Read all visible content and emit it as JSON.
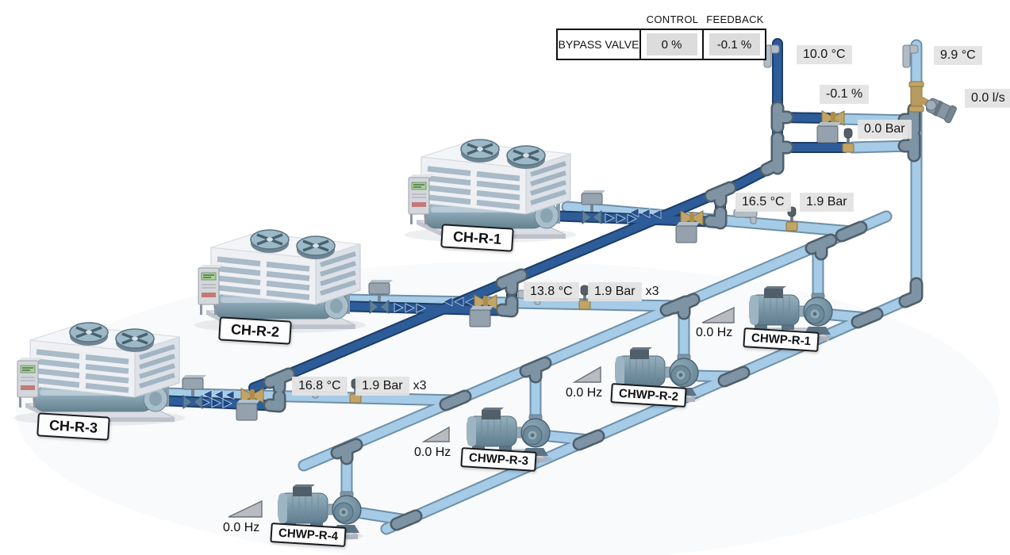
{
  "table": {
    "headers": {
      "control": "CONTROL",
      "feedback": "FEEDBACK"
    },
    "row_label": "BYPASS VALVE",
    "control_value": "0 %",
    "feedback_value": "-0.1 %"
  },
  "network": {
    "supply_riser_temp": "10.0 °C",
    "return_riser_temp": "9.9 °C",
    "bypass_valve_position": "-0.1 %",
    "bypass_pressure": "0.0 Bar",
    "flow_rate": "0.0 l/s"
  },
  "chillers": [
    {
      "name": "CH-R-1",
      "return_temp": "16.5 °C",
      "return_pressure": "1.9 Bar",
      "pressure_multiplier": ""
    },
    {
      "name": "CH-R-2",
      "return_temp": "13.8 °C",
      "return_pressure": "1.9 Bar",
      "pressure_multiplier": "x3"
    },
    {
      "name": "CH-R-3",
      "return_temp": "16.8 °C",
      "return_pressure": "1.9 Bar",
      "pressure_multiplier": "x3"
    }
  ],
  "pumps": [
    {
      "name": "CHWP-R-1",
      "frequency": "0.0 Hz"
    },
    {
      "name": "CHWP-R-2",
      "frequency": "0.0 Hz"
    },
    {
      "name": "CHWP-R-3",
      "frequency": "0.0 Hz"
    },
    {
      "name": "CHWP-R-4",
      "frequency": "0.0 Hz"
    }
  ],
  "colors": {
    "pipe_dark": "#2d5c99",
    "pipe_light": "#a5cbe7",
    "fitting_gray": "#7e93a3",
    "brass": "#c2a566",
    "label_bg": "#e3e3e3"
  }
}
